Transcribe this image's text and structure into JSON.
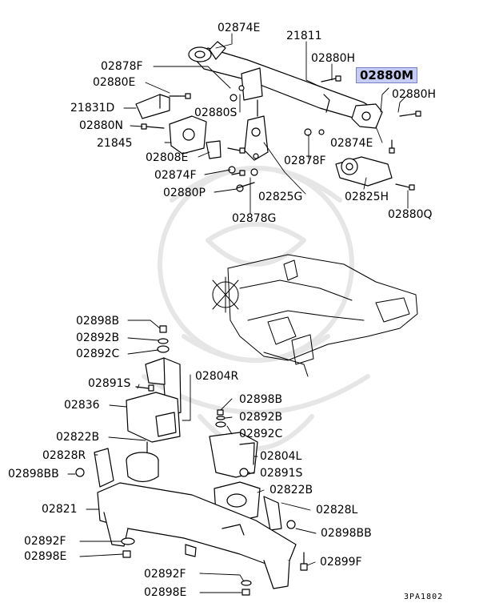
{
  "diagram_code": "3PA1802",
  "highlight_color": "#c7ccf2",
  "watermark": "faint dragon emblem",
  "labels": {
    "p02874E_top": "02874E",
    "p21811": "21811",
    "p02878F_a": "02878F",
    "p02880H_a": "02880H",
    "p02880M": "02880M",
    "p02880E_a": "02880E",
    "p02880H_b": "02880H",
    "p21831D": "21831D",
    "p02880S": "02880S",
    "p02880N": "02880N",
    "p02874E_b": "02874E",
    "p21845": "21845",
    "p02808E": "02808E",
    "p02878F_b": "02878F",
    "p02874F": "02874F",
    "p02880P": "02880P",
    "p02825G": "02825G",
    "p02825H": "02825H",
    "p02878G": "02878G",
    "p02880Q": "02880Q",
    "p02898B_a": "02898B",
    "p02892B_a": "02892B",
    "p02892C_a": "02892C",
    "p02804R": "02804R",
    "p02891S_a": "02891S",
    "p02836": "02836",
    "p02898B_b": "02898B",
    "p02892B_b": "02892B",
    "p02892C_b": "02892C",
    "p02822B_a": "02822B",
    "p02828R": "02828R",
    "p02804L": "02804L",
    "p02898BB_a": "02898BB",
    "p02891S_b": "02891S",
    "p02822B_b": "02822B",
    "p02821": "02821",
    "p02828L": "02828L",
    "p02898BB_b": "02898BB",
    "p02892F_a": "02892F",
    "p02898E_a": "02898E",
    "p02899F": "02899F",
    "p02892F_b": "02892F",
    "p02898E_b": "02898E"
  }
}
